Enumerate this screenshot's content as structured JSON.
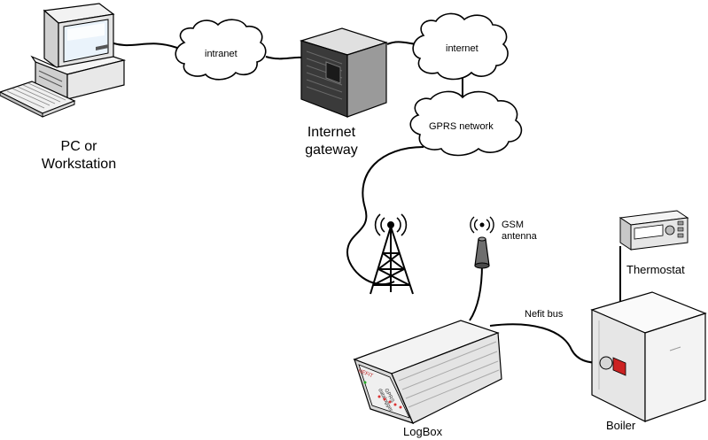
{
  "labels": {
    "intranet": "intranet",
    "internet": "internet",
    "gprs": "GPRS network",
    "pc_line1": "PC or",
    "pc_line2": "Workstation",
    "gateway_line1": "Internet",
    "gateway_line2": "gateway",
    "gsm_line1": "GSM",
    "gsm_line2": "antenna",
    "thermostat": "Thermostat",
    "nefit_bus": "Nefit bus",
    "logbox": "LogBox",
    "boiler": "Boiler"
  },
  "device_text": {
    "logbox_brand": "NEFIT",
    "logbox_model_1": "GPRS",
    "logbox_model_2": "datalogger"
  }
}
